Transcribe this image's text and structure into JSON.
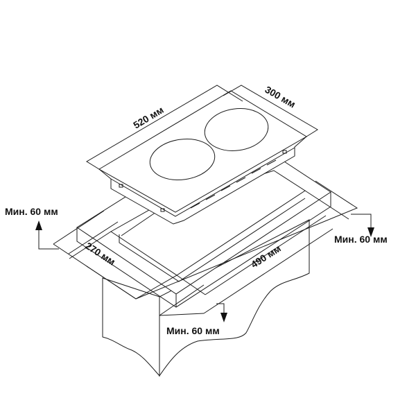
{
  "hob": {
    "length_label": "520 мм",
    "width_label": "300 мм",
    "burners": 2
  },
  "cutout": {
    "depth_label": "270 мм",
    "length_label": "490 мм"
  },
  "clearances": {
    "left_label": "Мин. 60 мм",
    "right_label": "Мин. 60 мм",
    "front_label": "Мин. 60 мм"
  },
  "colors": {
    "line": "#1a1a1a",
    "background": "#ffffff"
  }
}
